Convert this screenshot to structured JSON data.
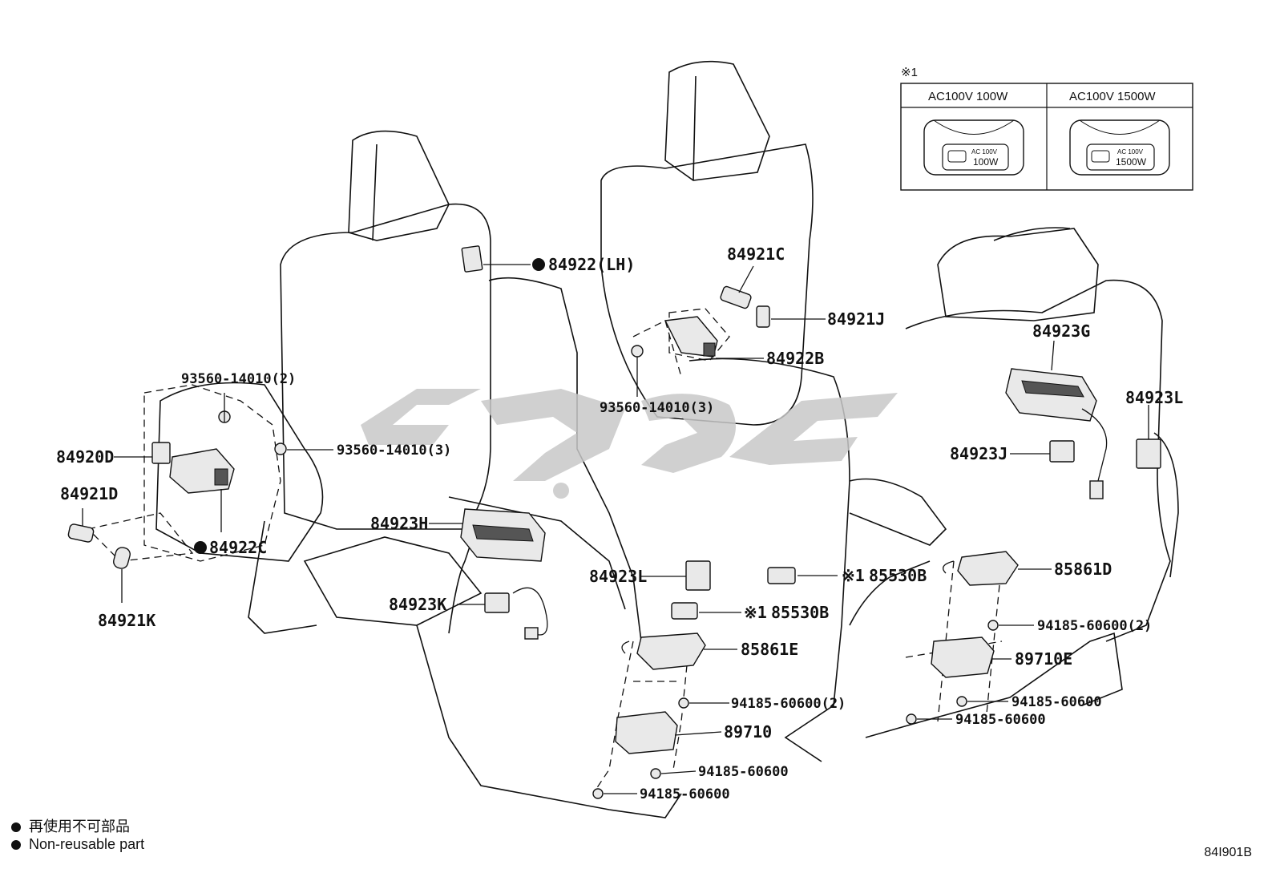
{
  "labels": {
    "l84922LH": "84922(LH)",
    "l84921C": "84921C",
    "l84921J": "84921J",
    "l84922B": "84922B",
    "l93560_2": "93560-14010(2)",
    "l93560_3a": "93560-14010(3)",
    "l93560_3b": "93560-14010(3)",
    "l84920D": "84920D",
    "l84921D": "84921D",
    "l84922C": "84922C",
    "l84921K": "84921K",
    "l84923H": "84923H",
    "l84923K": "84923K",
    "l84923L_mid": "84923L",
    "l85530B_a": "85530B",
    "l85530B_b": "85530B",
    "l85861E": "85861E",
    "l94185_2a": "94185-60600(2)",
    "l89710": "89710",
    "l94185_a": "94185-60600",
    "l94185_b": "94185-60600",
    "l84923G": "84923G",
    "l84923L_right": "84923L",
    "l84923J": "84923J",
    "l85861D": "85861D",
    "l94185_2b": "94185-60600(2)",
    "l89710E": "89710E",
    "l94185_c": "94185-60600",
    "l94185_d": "94185-60600"
  },
  "note_mark": "※1",
  "inset": {
    "note": "※1",
    "col1_header": "AC100V 100W",
    "col2_header": "AC100V 1500W",
    "col1_outlet_line1": "AC 100V",
    "col1_outlet_line2": "100W",
    "col2_outlet_line1": "AC 100V",
    "col2_outlet_line2": "1500W"
  },
  "legend": {
    "line1": "再使用不可部品",
    "line2": "Non-reusable part"
  },
  "diagram_code": "84I901B",
  "colors": {
    "line": "#111111",
    "watermark": "#c8c8c8"
  }
}
